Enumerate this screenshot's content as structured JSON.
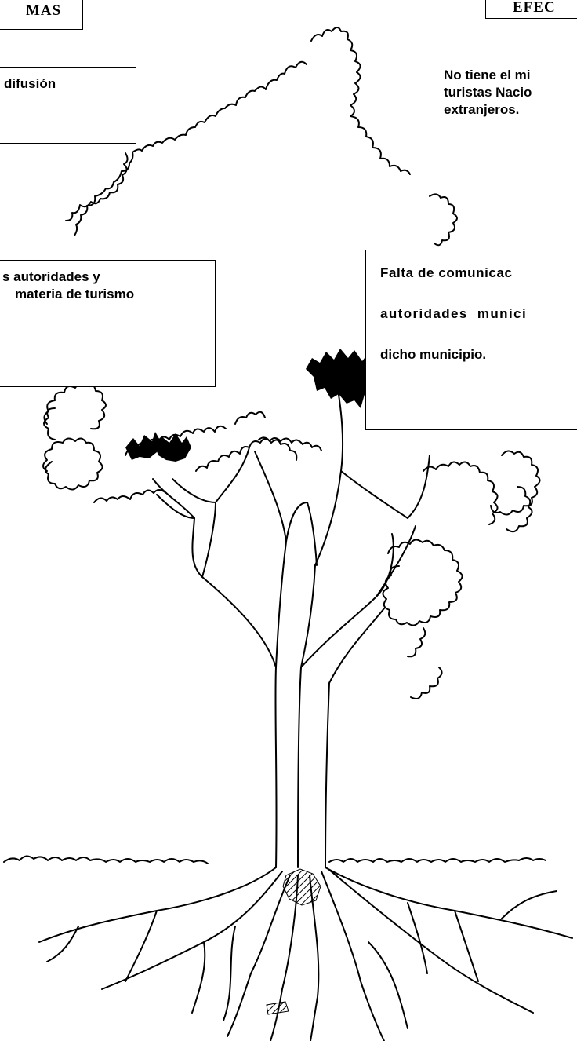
{
  "headers": {
    "left": "MAS",
    "right": "EFEC"
  },
  "boxes": {
    "top_left": {
      "lines": [
        "difusión"
      ]
    },
    "top_right": {
      "lines": [
        "No tiene el mi",
        "turistas Nacio",
        "extranjeros."
      ]
    },
    "mid_left": {
      "lines": [
        "s autoridades y",
        "materia de turismo"
      ]
    },
    "mid_right": {
      "lines": [
        "Falta de comunicac",
        "autoridades munici",
        "dicho municipio."
      ]
    }
  },
  "illustration": {
    "subject": "tree-with-roots",
    "ink_color": "#000000",
    "background": "#ffffff"
  }
}
